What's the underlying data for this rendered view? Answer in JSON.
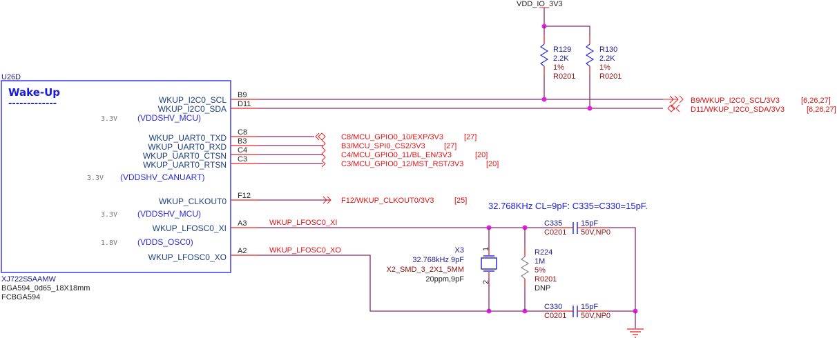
{
  "power": {
    "net": "VDD_IO_3V3"
  },
  "component": {
    "ref": "U26D",
    "title": "Wake-Up",
    "title_underline": "-------------",
    "part": "XJ722S5AAMW",
    "footprint": "BGA594_0d65_18X18mm",
    "package": "FCBGA594",
    "pins": [
      {
        "name": "WKUP_I2C0_SCL",
        "ball": "B9"
      },
      {
        "name": "WKUP_I2C0_SDA",
        "ball": "D11"
      },
      {
        "name": "WKUP_UART0_TXD",
        "ball": "C8"
      },
      {
        "name": "WKUP_UART0_RXD",
        "ball": "B3"
      },
      {
        "name": "WKUP_UART0_CTSN",
        "ball": "C4"
      },
      {
        "name": "WKUP_UART0_RTSN",
        "ball": "C3"
      },
      {
        "name": "WKUP_CLKOUT0",
        "ball": "F12"
      },
      {
        "name": "WKUP_LFOSC0_XI",
        "ball": "A3"
      },
      {
        "name": "WKUP_LFOSC0_XO",
        "ball": "A2"
      }
    ],
    "rails": [
      {
        "voltage": "3.3V",
        "name": "(VDDSHV_MCU)"
      },
      {
        "voltage": "3.3V",
        "name": "(VDDSHV_CANUART)"
      },
      {
        "voltage": "3.3V",
        "name": "(VDDSHV_MCU)"
      },
      {
        "voltage": "1.8V",
        "name": "(VDDS_OSC0)"
      }
    ]
  },
  "resistors": [
    {
      "ref": "R129",
      "value": "2.2K",
      "tol": "1%",
      "pkg": "R0201"
    },
    {
      "ref": "R130",
      "value": "2.2K",
      "tol": "1%",
      "pkg": "R0201"
    },
    {
      "ref": "R224",
      "value": "1M",
      "tol": "5%",
      "pkg": "R0201",
      "note": "DNP"
    }
  ],
  "capacitors": [
    {
      "ref": "C335",
      "pkg": "C0201",
      "value": "15pF",
      "rating": "50V,NP0"
    },
    {
      "ref": "C330",
      "pkg": "C0201",
      "value": "15pF",
      "rating": "50V,NP0"
    }
  ],
  "crystal": {
    "ref": "X3",
    "value": "32.768kHz 9pF",
    "pkg": "X2_SMD_3_2X1_5MM",
    "spec": "20ppm,9pF",
    "pin1": "1",
    "pin2": "2"
  },
  "ports": [
    {
      "label": "B9/WKUP_I2C0_SCL/3V3",
      "pages": "[6,26,27]"
    },
    {
      "label": "D11/WKUP_I2C0_SDA/3V3",
      "pages": "[6,26,27]"
    },
    {
      "label": "C8/MCU_GPIO0_10/EXP/3V3",
      "pages": "[27]"
    },
    {
      "label": "B3/MCU_SPI0_CS2/3V3",
      "pages": "[27]"
    },
    {
      "label": "C4/MCU_GPIO0_11/BL_EN/3V3",
      "pages": "[20]"
    },
    {
      "label": "C3/MCU_GPIO0_12/MST_RST/3V3",
      "pages": "[20]"
    },
    {
      "label": "F12/WKUP_CLKOUT0/3V3",
      "pages": "[25]"
    }
  ],
  "nets": {
    "xi": "WKUP_LFOSC0_XI",
    "xo": "WKUP_LFOSC0_XO"
  },
  "note": "32.768KHz CL=9pF: C335=C330=15pF."
}
